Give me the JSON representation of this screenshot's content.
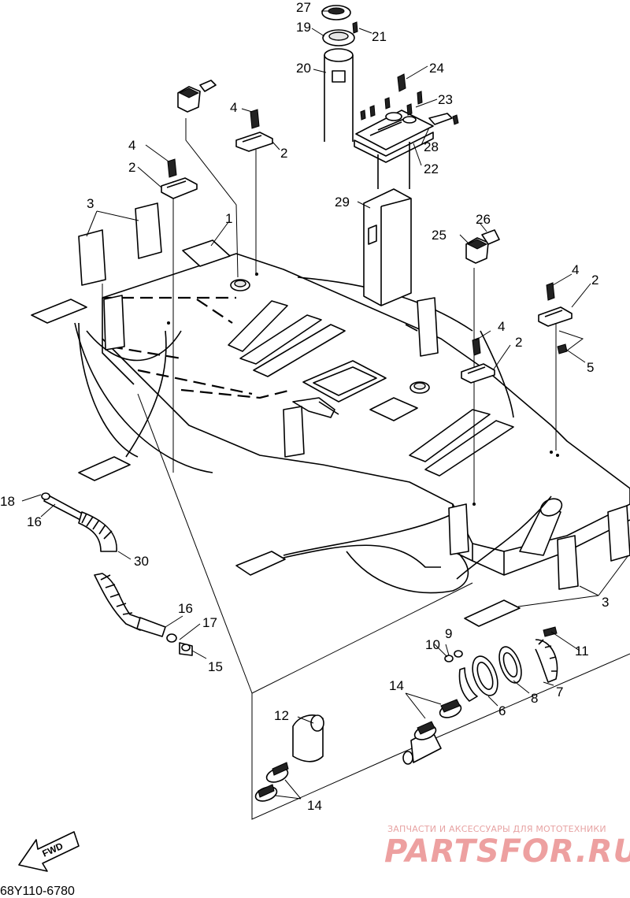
{
  "callouts": {
    "c1": "1",
    "c2a": "2",
    "c2b": "2",
    "c2c": "2",
    "c2d": "2",
    "c3a": "3",
    "c3b": "3",
    "c4a": "4",
    "c4b": "4",
    "c4c": "4",
    "c4d": "4",
    "c5": "5",
    "c6": "6",
    "c7": "7",
    "c8": "8",
    "c9": "9",
    "c10": "10",
    "c11": "11",
    "c12": "12",
    "c14a": "14",
    "c14b": "14",
    "c15": "15",
    "c16a": "16",
    "c16b": "16",
    "c17": "17",
    "c18": "18",
    "c19": "19",
    "c20": "20",
    "c21": "21",
    "c22": "22",
    "c23": "23",
    "c24": "24",
    "c25": "25",
    "c26": "26",
    "c27": "27",
    "c28": "28",
    "c29": "29",
    "c30": "30"
  },
  "fwd_label": "FWD",
  "diagram_code": "68Y110-6780",
  "watermark": {
    "tagline": "ЗАПЧАСТИ И АКСЕССУАРЫ ДЛЯ МОТОТЕХНИКИ",
    "logo": "PARTSFOR.RU",
    "color": "#e8a0a0"
  }
}
